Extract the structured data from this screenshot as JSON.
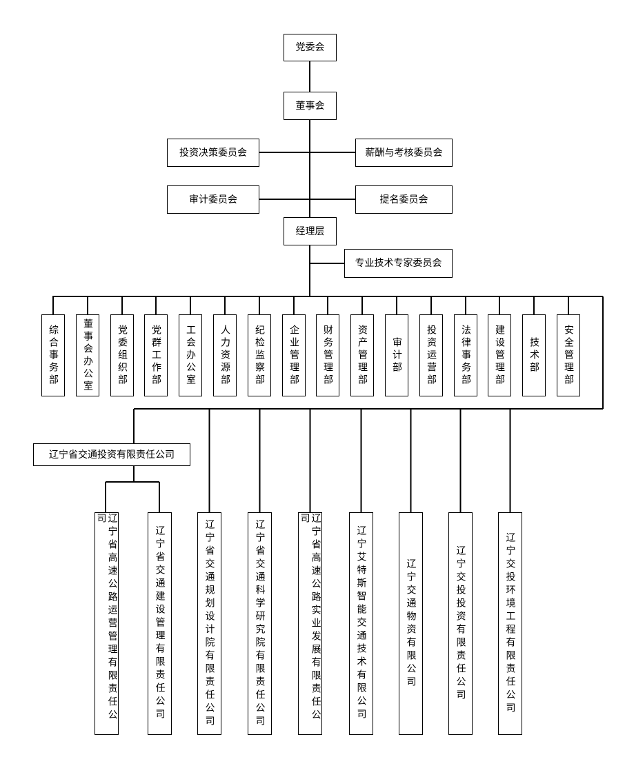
{
  "top": {
    "party_committee": "党委会",
    "board": "董事会",
    "investment_committee": "投资决策委员会",
    "compensation_committee": "薪酬与考核委员会",
    "audit_committee": "审计委员会",
    "nomination_committee": "提名委员会",
    "management": "经理层",
    "expert_committee": "专业技术专家委员会"
  },
  "departments": [
    "综合事务部",
    "董事会办公室",
    "党委组织部",
    "党群工作部",
    "工会办公室",
    "人力资源部",
    "纪检监察部",
    "企业管理部",
    "财务管理部",
    "资产管理部",
    "审计部",
    "投资运营部",
    "法律事务部",
    "建设管理部",
    "技术部",
    "安全管理部"
  ],
  "parent_company": "辽宁省交通投资有限责任公司",
  "subsidiaries": [
    "辽宁省高速公路运营管理有限责任公司",
    "辽宁省交通建设管理有限责任公司",
    "辽宁省交通规划设计院有限责任公司",
    "辽宁省交通科学研究院有限责任公司",
    "辽宁省高速公路实业发展有限责任公司",
    "辽宁艾特斯智能交通技术有限公司",
    "辽宁交通物资有限公司",
    "辽宁交投投资有限责任公司",
    "辽宁交投环境工程有限责任公司"
  ]
}
